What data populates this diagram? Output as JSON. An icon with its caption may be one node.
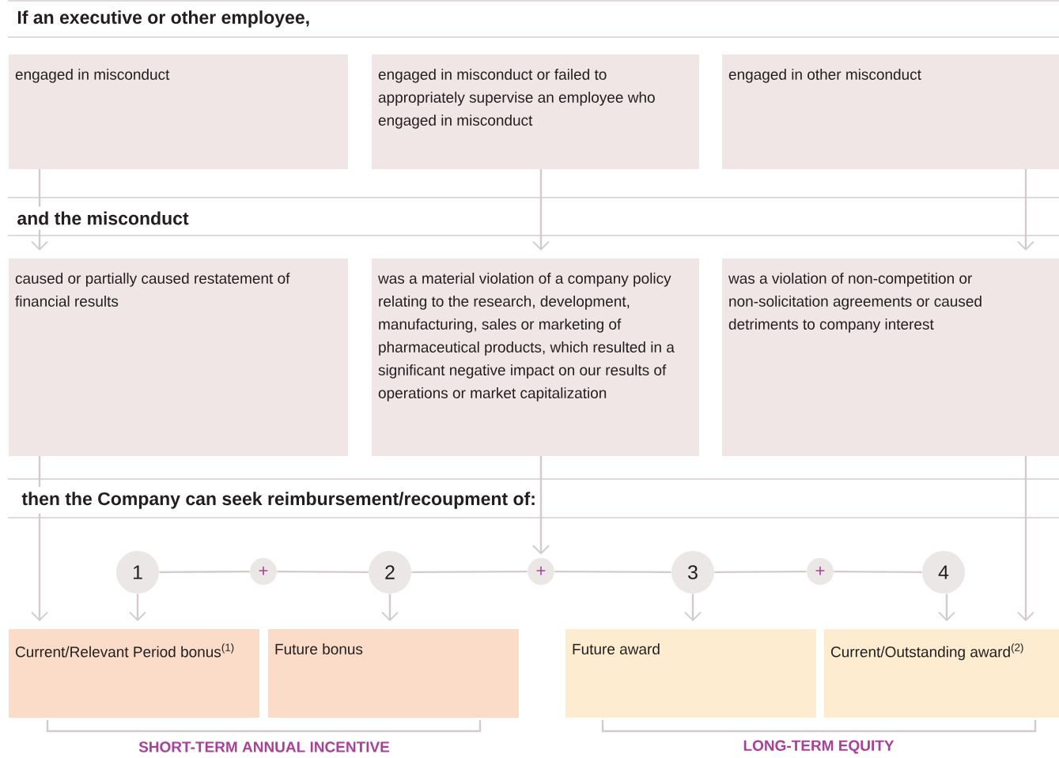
{
  "diagram": {
    "nodes": [
      {
        "text": [
          "engaged in misconduct"
        ]
      },
      {
        "text": [
          "engaged in misconduct or failed to appropriately supervise an employee who engaged in misconduct"
        ]
      },
      {
        "text": [
          "engaged in other misconduct"
        ]
      },
      {
        "text": [
          "caused or partially caused restatement of financial results"
        ]
      },
      {
        "text": [
          "was a material violation of a company policy relating to the research, development, manufacturing, sales or marketing of pharmaceutical products, which resulted in a significant negative impact on our results of operations or market capitalization"
        ]
      },
      {
        "text": [
          "was a violation of non-competition or non-solicitation agreements or caused detriments to company interest"
        ]
      },
      {
        "text": [
          "1"
        ]
      },
      {
        "text": [
          "+"
        ]
      },
      {
        "text": [
          "2"
        ]
      },
      {
        "text": [
          "+"
        ]
      },
      {
        "text": [
          "3"
        ]
      },
      {
        "text": [
          "+"
        ]
      },
      {
        "text": [
          "4"
        ]
      },
      {
        "text": [
          "Current/Relevant Period bonus$^{(1)}$"
        ]
      },
      {
        "text": [
          "Future bonus"
        ]
      },
      {
        "text": [
          "Future award"
        ]
      },
      {
        "text": [
          "Current/Outstanding award$^{(2)}$"
        ]
      }
    ],
    "edges": [
      {
        "from": 0,
        "to": 3,
        "arrow": "to"
      },
      {
        "from": 1,
        "to": 4,
        "arrow": "to"
      },
      {
        "from": 2,
        "to": 5,
        "arrow": "to"
      },
      {
        "from": 3,
        "to": 13,
        "arrow": "to"
      },
      {
        "from": 4,
        "to": 9,
        "arrow": "to"
      },
      {
        "from": 5,
        "to": 16,
        "arrow": "to"
      },
      {
        "from": 6,
        "to": 7,
        "arrow": "none"
      },
      {
        "from": 7,
        "to": 8,
        "arrow": "none"
      },
      {
        "from": 8,
        "to": 9,
        "arrow": "none"
      },
      {
        "from": 9,
        "to": 10,
        "arrow": "none"
      },
      {
        "from": 10,
        "to": 11,
        "arrow": "none"
      },
      {
        "from": 11,
        "to": 12,
        "arrow": "none"
      },
      {
        "from": 6,
        "to": 13,
        "arrow": "to"
      },
      {
        "from": 8,
        "to": 14,
        "arrow": "to"
      },
      {
        "from": 10,
        "to": 15,
        "arrow": "to"
      },
      {
        "from": 12,
        "to": 16,
        "arrow": "to"
      }
    ],
    "labels": [
      "If an executive or other employee,",
      "and the misconduct",
      "then the Company can seek reimbursement/recoupment of:",
      "SHORT-TERM ANNUAL INCENTIVE",
      "LONG-TERM EQUITY"
    ]
  }
}
